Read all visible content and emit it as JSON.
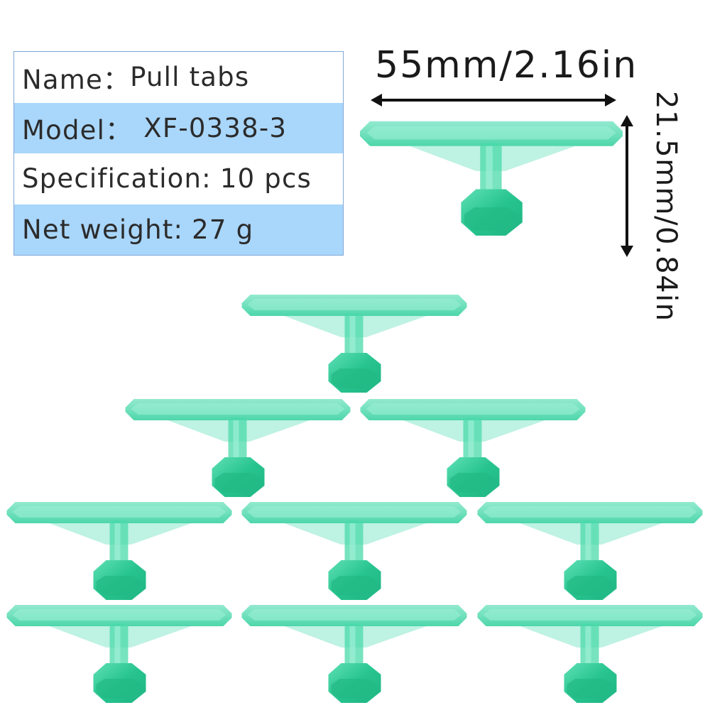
{
  "spec": {
    "name_label": "Name：",
    "name_value": "Pull tabs",
    "model_label": "Model：",
    "model_value": "XF-0338-3",
    "spec_label": "Specification:",
    "spec_value": "10 pcs",
    "weight_label": "Net weight:",
    "weight_value": "27 g"
  },
  "dimensions": {
    "width": "55mm/2.16in",
    "height": "21.5mm/0.84in"
  },
  "colors": {
    "tab_green": "#3ed8a8",
    "table_highlight": "#a9d6fb"
  },
  "product": {
    "piece_count_shown": 10,
    "icon": "pull-tab"
  }
}
